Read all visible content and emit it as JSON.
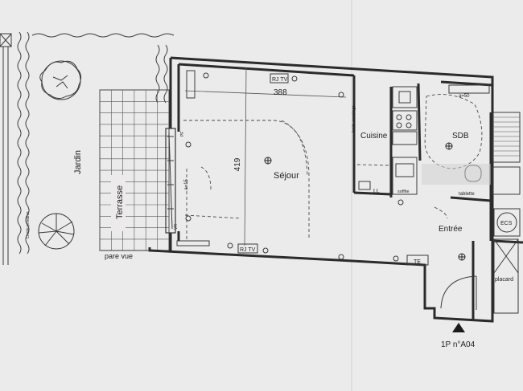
{
  "labels": {
    "jardin": "Jardin",
    "terrasse": "Terrasse",
    "limite": "Limite privative",
    "pare_vue": "pare vue",
    "sejour": "Séjour",
    "cuisine": "Cuisine",
    "limite_carrelage": "limite carrelage",
    "sdb": "SDB",
    "entree": "Entrée",
    "tablette": "tablette",
    "soffite": "soffite",
    "placard": "placard",
    "ll": "LL",
    "te": "TE",
    "ecs": "ECS",
    "rj_tv_top": "RJ TV",
    "rj_tv_bottom": "RJ TV",
    "dim_width": "388",
    "dim_height": "419",
    "a_top": "a=50",
    "a_side": "a=15",
    "pf": "PF",
    "vr": "VR",
    "unit": "1P n°A04"
  }
}
